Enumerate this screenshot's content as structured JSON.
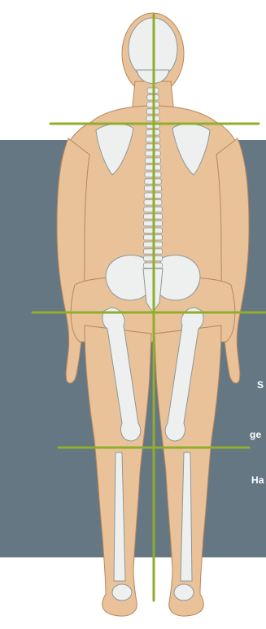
{
  "colors": {
    "panel": "#667784",
    "skin": "#e9c29a",
    "skin_shadow": "#d7a878",
    "skin_outline": "#b7875c",
    "bone": "#eef0ef",
    "bone_shade": "#c9cecd",
    "bone_outline": "#8e9896",
    "guide_line": "#8fae2c",
    "text": "#ffffff"
  },
  "side_text": {
    "line1": "S",
    "line2": "ge",
    "line3": "Ha"
  }
}
